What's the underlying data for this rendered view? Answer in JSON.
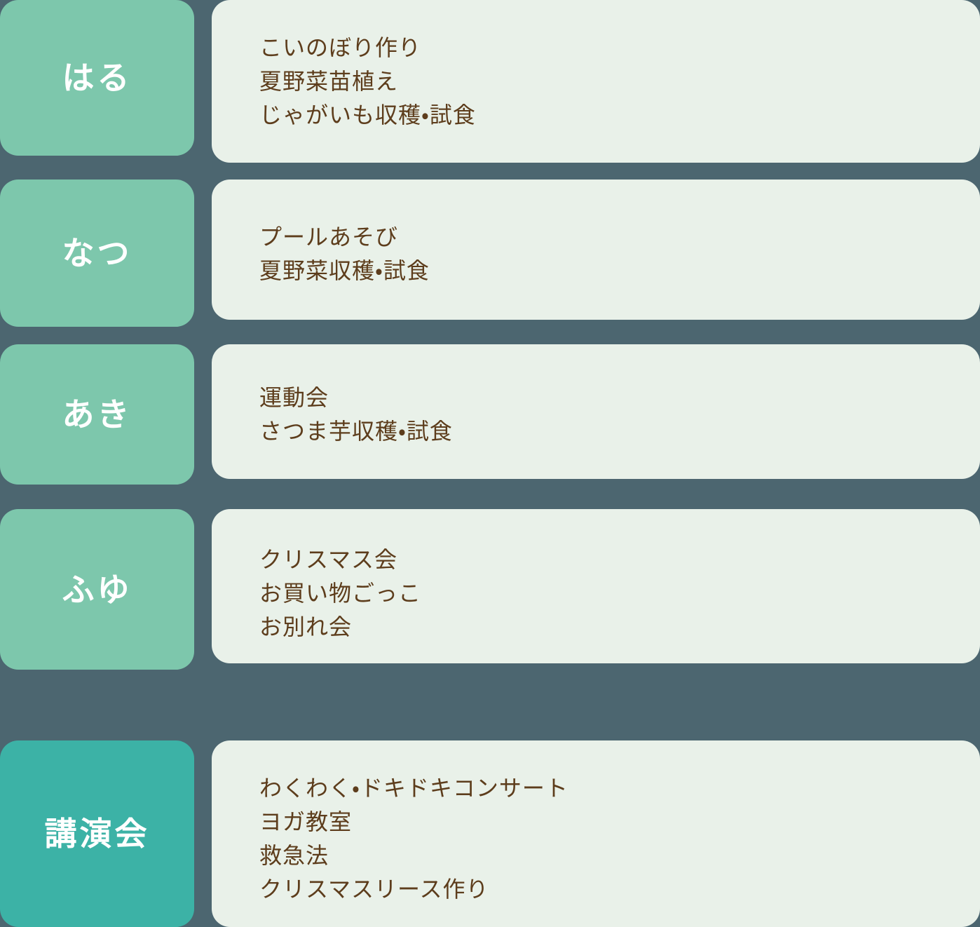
{
  "theme": {
    "page_background": "#4c6670",
    "season_card_color": "#7dc7ac",
    "accent_card_color": "#3cb2a6",
    "events_card_color": "#e9f1e9",
    "event_text_color": "#5d3d1c",
    "label_text_color": "#ffffff"
  },
  "rows": [
    {
      "label": "はる",
      "events": [
        "こいのぼり作り",
        "夏野菜苗植え",
        "じゃがいも収穫・試食"
      ]
    },
    {
      "label": "なつ",
      "events": [
        "プールあそび",
        "夏野菜収穫・試食"
      ]
    },
    {
      "label": "あき",
      "events": [
        "運動会",
        "さつま芋収穫・試食"
      ]
    },
    {
      "label": "ふゆ",
      "events": [
        "クリスマス会",
        "お買い物ごっこ",
        "お別れ会"
      ]
    },
    {
      "label": "講演会",
      "events": [
        "わくわく・ドキドキコンサート",
        "ヨガ教室",
        "救急法",
        "クリスマスリース作り"
      ]
    }
  ]
}
